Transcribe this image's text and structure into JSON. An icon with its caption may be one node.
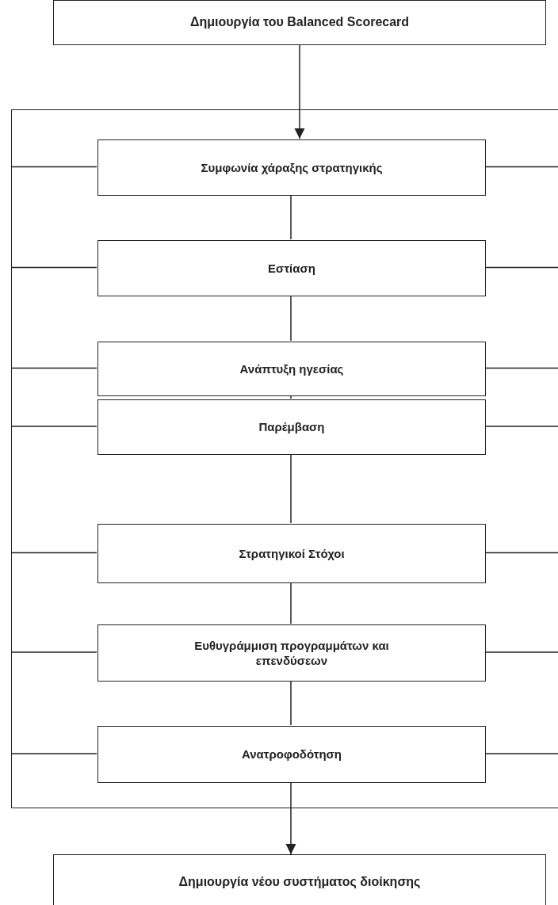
{
  "diagram": {
    "nodes": [
      {
        "text": [
          "Δημιουργία του Balanced Scorecard"
        ]
      },
      {
        "text": [],
        "shape": "box"
      },
      {
        "text": [
          "Συμφωνία χάραξης στρατηγικής"
        ],
        "in": 1
      },
      {
        "text": [
          "Εστίαση"
        ],
        "in": 1
      },
      {
        "text": [
          "Ανάπτυξη ηγεσίας"
        ],
        "in": 1
      },
      {
        "text": [
          "Παρέμβαση"
        ],
        "in": 1
      },
      {
        "text": [
          "Στρατηγικοί Στόχοι"
        ],
        "in": 1
      },
      {
        "text": [
          "Ευθυγράμμιση προγραμμάτων και επενδύσεων"
        ],
        "in": 1
      },
      {
        "text": [
          "Ανατροφοδότηση"
        ],
        "in": 1
      },
      {
        "text": [
          "Δημιουργία νέου συστήματος διοίκησης"
        ]
      }
    ],
    "edges": [
      {
        "from": 0,
        "to": 2,
        "arrow": "to"
      },
      {
        "from": 2,
        "to": 1,
        "arrow": "none"
      },
      {
        "from": 2,
        "to": 1,
        "arrow": "none"
      },
      {
        "from": 2,
        "to": 3,
        "arrow": "none"
      },
      {
        "from": 3,
        "to": 1,
        "arrow": "none"
      },
      {
        "from": 3,
        "to": 1,
        "arrow": "none"
      },
      {
        "from": 3,
        "to": 4,
        "arrow": "none"
      },
      {
        "from": 4,
        "to": 1,
        "arrow": "none"
      },
      {
        "from": 4,
        "to": 1,
        "arrow": "none"
      },
      {
        "from": 4,
        "to": 5,
        "arrow": "none"
      },
      {
        "from": 5,
        "to": 1,
        "arrow": "none"
      },
      {
        "from": 5,
        "to": 1,
        "arrow": "none"
      },
      {
        "from": 5,
        "to": 6,
        "arrow": "none"
      },
      {
        "from": 6,
        "to": 1,
        "arrow": "none"
      },
      {
        "from": 6,
        "to": 1,
        "arrow": "none"
      },
      {
        "from": 6,
        "to": 7,
        "arrow": "none"
      },
      {
        "from": 7,
        "to": 1,
        "arrow": "none"
      },
      {
        "from": 7,
        "to": 1,
        "arrow": "none"
      },
      {
        "from": 7,
        "to": 8,
        "arrow": "none"
      },
      {
        "from": 8,
        "to": 1,
        "arrow": "none"
      },
      {
        "from": 8,
        "to": 1,
        "arrow": "none"
      },
      {
        "from": 8,
        "to": 9,
        "arrow": "to"
      }
    ]
  }
}
